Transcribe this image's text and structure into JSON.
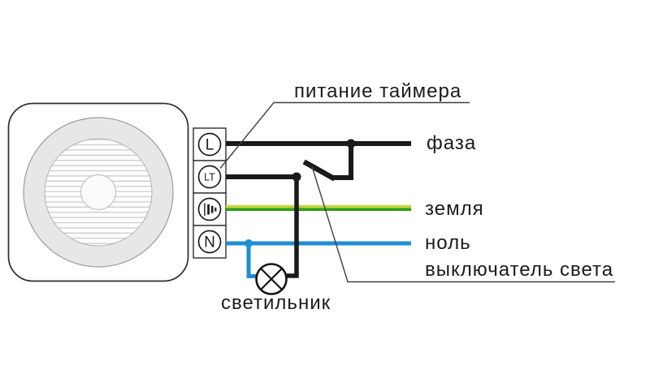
{
  "labels": {
    "timer_power": "питание таймера",
    "phase": "фаза",
    "ground": "земля",
    "neutral": "ноль",
    "light_switch": "выключатель света",
    "lamp": "светильник"
  },
  "terminals": {
    "l": "L",
    "lt": "LT",
    "earth": "earth-ground-icon",
    "n": "N"
  },
  "colors": {
    "phase": "#1a1a1a",
    "neutral": "#1e8ed2",
    "ground_green": "#2f9e14",
    "ground_yellow": "#c9d53e"
  }
}
